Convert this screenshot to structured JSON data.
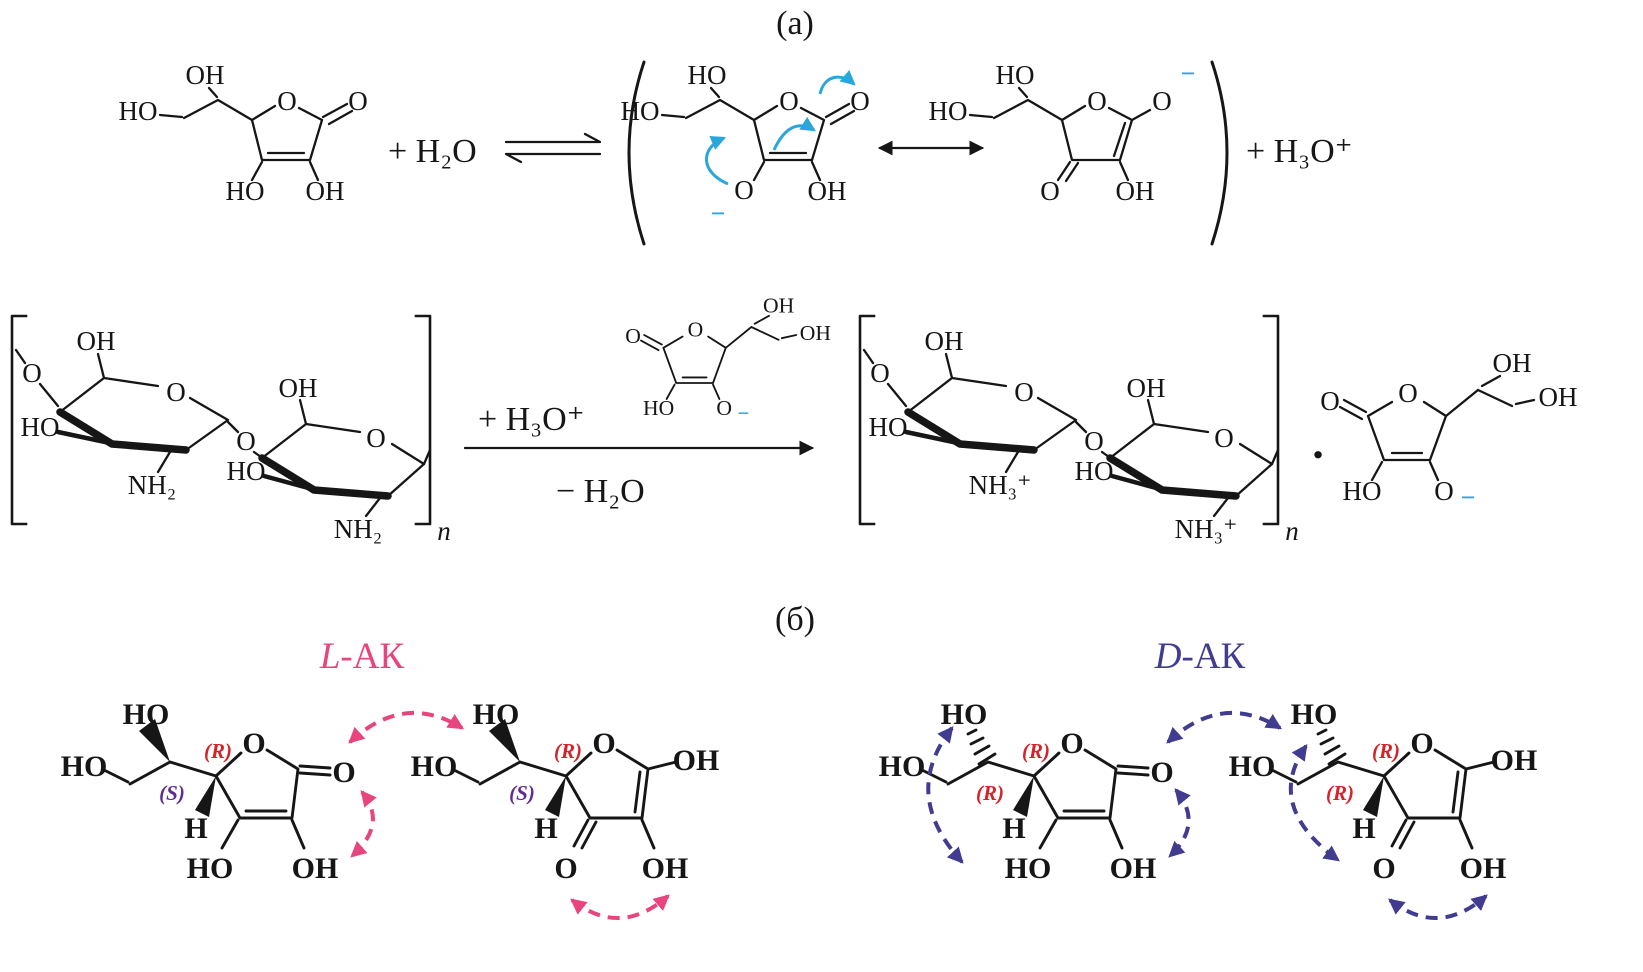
{
  "colors": {
    "ink": "#161616",
    "blue": "#2BA6DC",
    "pink": "#E8447E",
    "navy": "#413C90",
    "red": "#D6222A",
    "violet": "#5F2D91"
  },
  "panels": {
    "a": "(а)",
    "b": "(б)"
  },
  "atoms": {
    "O": "O",
    "HO": "HO",
    "OH": "OH",
    "H": "H",
    "NH2": "NH₂",
    "NH3": "NH₃⁺"
  },
  "reaction": {
    "plus_water": "+ H₂O",
    "plus_hydronium": "+ H₃O⁺",
    "minus_water": "− H₂O",
    "polymer_index": "n",
    "charge_minus": "−",
    "salt_dot": "·"
  },
  "stereo": {
    "R": "(R)",
    "S": "(S)"
  },
  "isomers": {
    "L_prefix": "L",
    "D_prefix": "D",
    "ak_suffix": "-АК"
  }
}
